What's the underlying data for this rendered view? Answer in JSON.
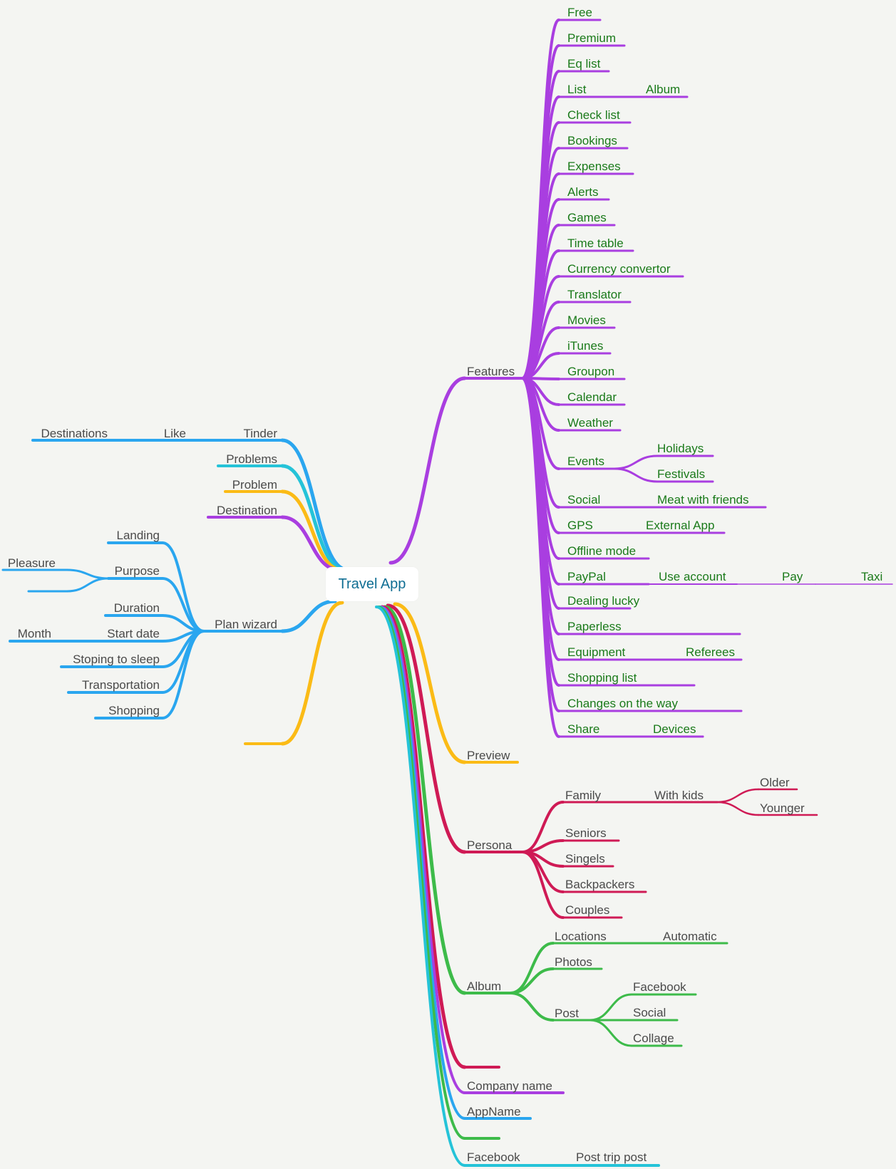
{
  "center": {
    "label": "Travel App"
  },
  "colors": {
    "purple": "#a93ee0",
    "blue": "#2aa6ef",
    "cyan": "#25c3d8",
    "yellow": "#fbbb16",
    "crimson": "#cf1a55",
    "green": "#3dbb4a",
    "feature_text": "#1a7a1a",
    "node_text": "#4a4a4a",
    "center_text": "#0f6e93"
  },
  "branches": {
    "features": {
      "label": "Features",
      "items": [
        {
          "label": "Free"
        },
        {
          "label": "Premium"
        },
        {
          "label": "Eq list"
        },
        {
          "label": "List",
          "child": "Album"
        },
        {
          "label": "Check list"
        },
        {
          "label": "Bookings"
        },
        {
          "label": "Expenses"
        },
        {
          "label": "Alerts"
        },
        {
          "label": "Games"
        },
        {
          "label": "Time table"
        },
        {
          "label": "Currency convertor"
        },
        {
          "label": "Translator"
        },
        {
          "label": "Movies"
        },
        {
          "label": "iTunes"
        },
        {
          "label": "Groupon"
        },
        {
          "label": "Calendar"
        },
        {
          "label": "Weather"
        },
        {
          "label": "Events",
          "children": [
            "Holidays",
            "Festivals"
          ]
        },
        {
          "label": "Social",
          "child": "Meat with friends"
        },
        {
          "label": "GPS",
          "child": "External App"
        },
        {
          "label": "Offline mode"
        },
        {
          "label": "PayPal",
          "chain": [
            "Use account",
            "Pay",
            "Taxi"
          ]
        },
        {
          "label": "Dealing lucky"
        },
        {
          "label": "Paperless"
        },
        {
          "label": "Equipment",
          "child": "Referees"
        },
        {
          "label": "Shopping list"
        },
        {
          "label": "Changes on the way"
        },
        {
          "label": "Share",
          "child": "Devices"
        }
      ]
    },
    "preview": {
      "label": "Preview"
    },
    "persona": {
      "label": "Persona",
      "family": "Family",
      "with_kids": "With kids",
      "older": "Older",
      "younger": "Younger",
      "others": [
        "Seniors",
        "Singels",
        "Backpackers",
        "Couples"
      ]
    },
    "album": {
      "label": "Album",
      "locations": "Locations",
      "automatic": "Automatic",
      "photos": "Photos",
      "post": "Post",
      "post_items": [
        "Facebook",
        "Social",
        "Collage"
      ]
    },
    "company_name": {
      "label": "Company name"
    },
    "app_name": {
      "label": "AppName"
    },
    "facebook": {
      "label": "Facebook",
      "child": "Post trip post"
    },
    "tinder": {
      "label": "Tinder",
      "like": "Like",
      "destinations": "Destinations"
    },
    "problems": {
      "label": "Problems"
    },
    "problem": {
      "label": "Problem"
    },
    "destination": {
      "label": "Destination"
    },
    "plan_wizard": {
      "label": "Plan wizard",
      "landing": "Landing",
      "purpose": "Purpose",
      "pleasure": "Pleasure",
      "duration": "Duration",
      "start_date": "Start date",
      "month": "Month",
      "items": [
        "Stoping to sleep",
        "Transportation",
        "Shopping"
      ]
    }
  }
}
